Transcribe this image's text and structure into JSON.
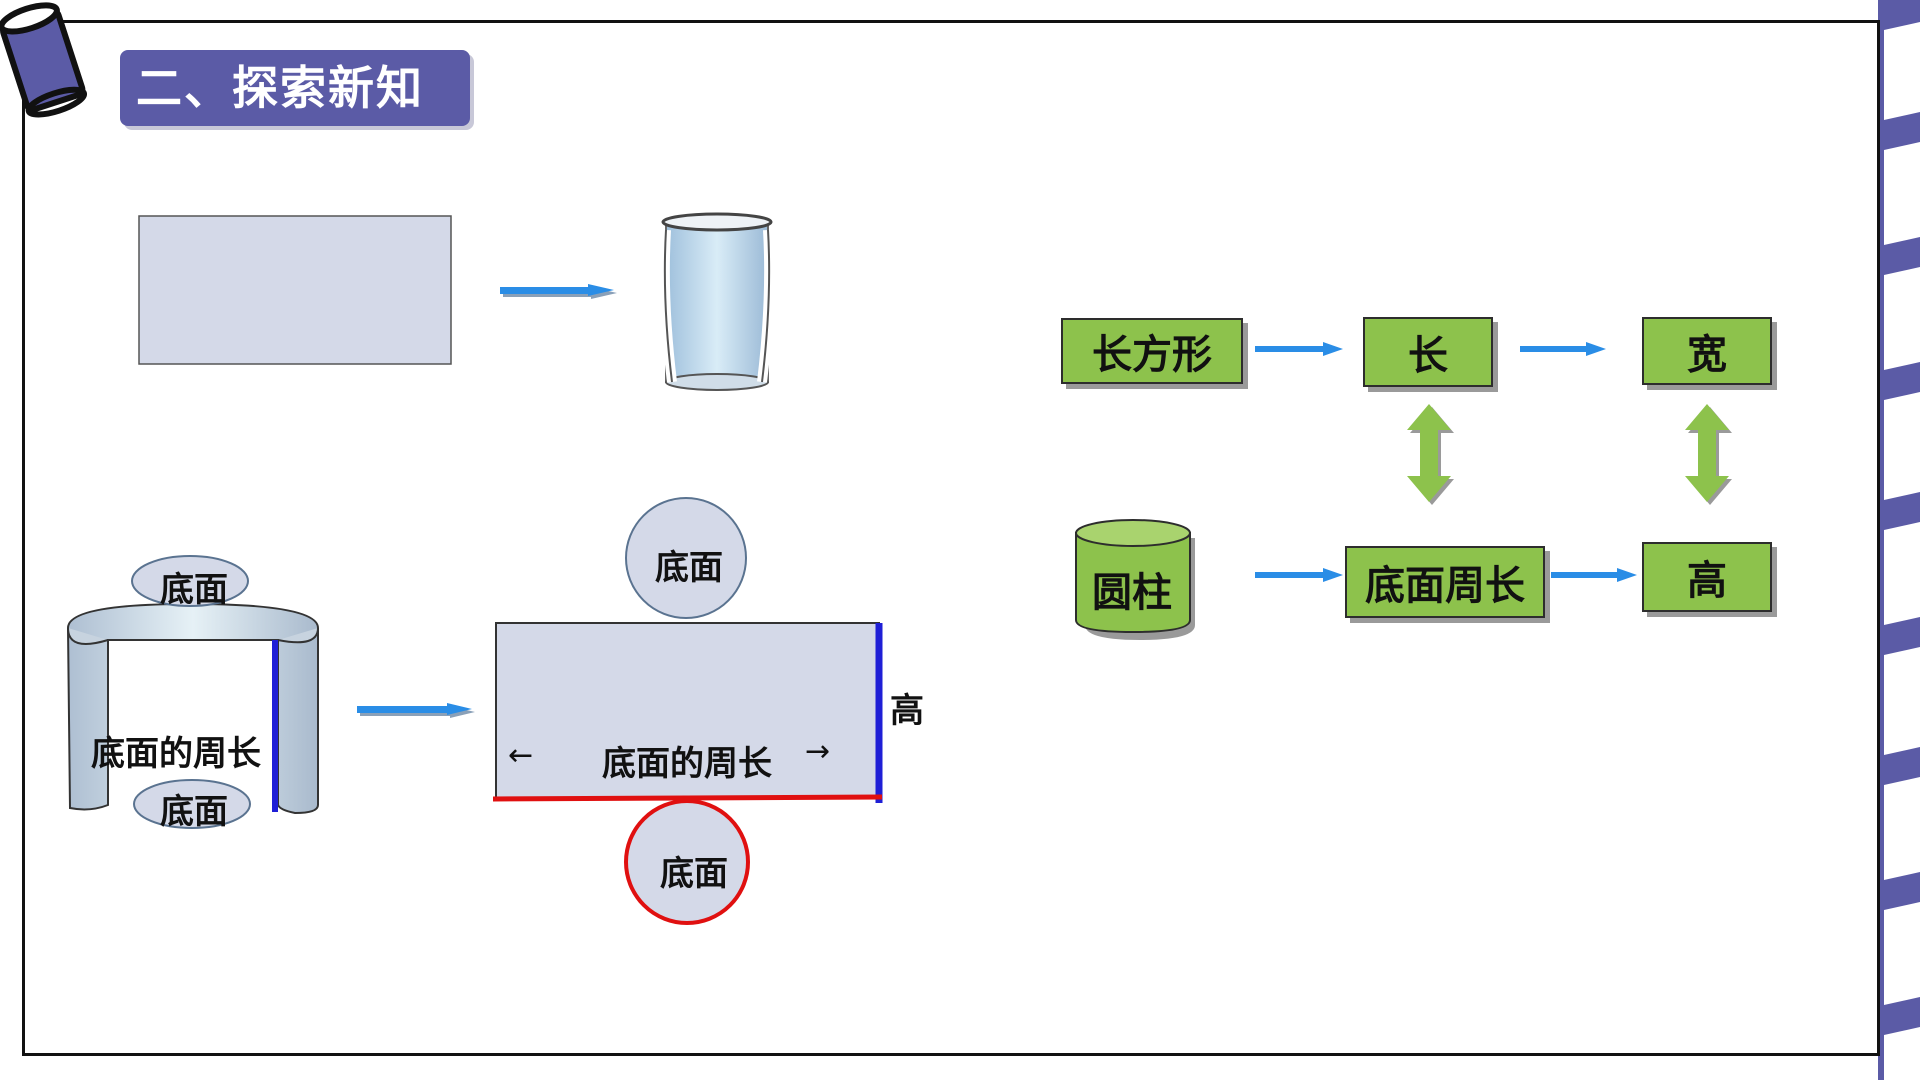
{
  "title": "二、探索新知",
  "left_diagram": {
    "top_base_oval": "底面",
    "bottom_base_oval": "底面",
    "curved_side_label": "底面的周长",
    "net_top_circle": "底面",
    "net_bottom_circle": "底面",
    "net_height_label": "高",
    "net_perimeter_label": "底面的周长",
    "left_arrow_glyph": "←",
    "right_arrow_glyph": "→"
  },
  "right_diagram": {
    "rectangle_label": "长方形",
    "length_label": "长",
    "width_label": "宽",
    "cylinder_label": "圆柱",
    "base_perimeter_label": "底面周长",
    "height_label": "高"
  },
  "colors": {
    "title_bg": "#5b5ba6",
    "box_green": "#8dc24c",
    "arrow_blue": "#2a8de6",
    "height_edge_blue": "#1f1fd6",
    "perimeter_edge_red": "#e01010",
    "shape_fill": "#d4d9e8"
  }
}
